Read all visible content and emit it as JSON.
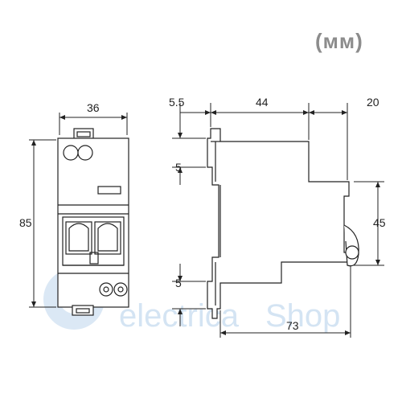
{
  "units_label": "(мм)",
  "front_view": {
    "width_dim": "36",
    "height_dim": "85"
  },
  "side_view": {
    "top_offset_dim": "5.5",
    "body_depth_dim": "44",
    "knob_depth_dim": "20",
    "clip_top_dim": "5",
    "clip_bottom_dim": "5",
    "front_height_dim": "45",
    "total_depth_dim": "73"
  },
  "watermark": {
    "text_part1": "electrica",
    "text_part2": "Shop",
    "color": "#d4e4f3"
  }
}
